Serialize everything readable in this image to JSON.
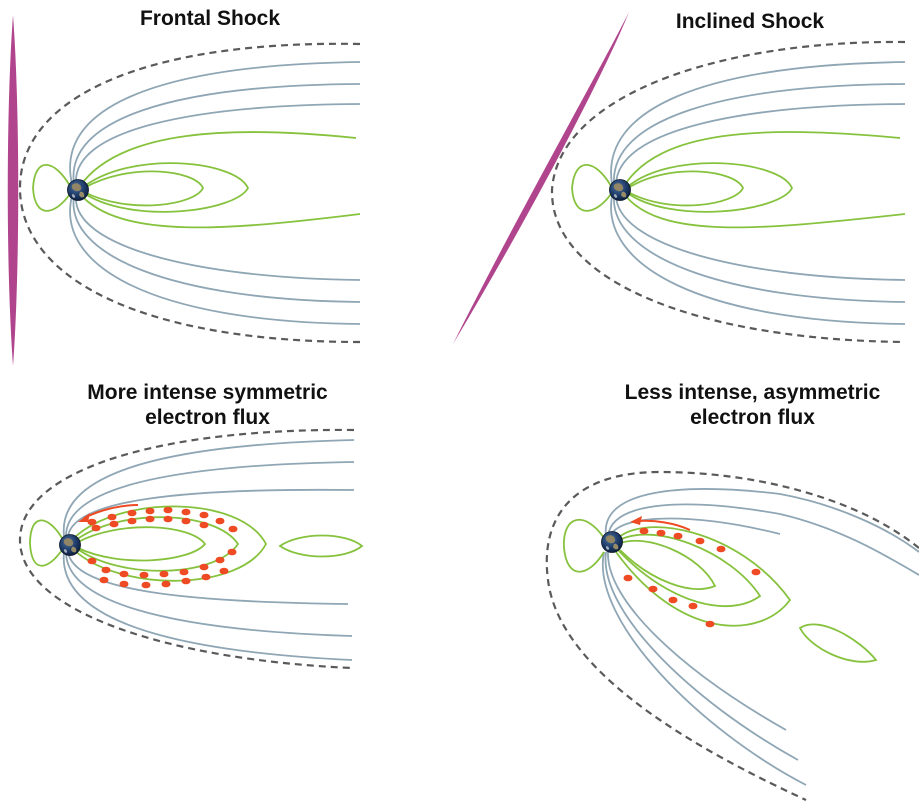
{
  "panels": {
    "frontal": {
      "title": "Frontal Shock"
    },
    "inclined": {
      "title": "Inclined Shock"
    },
    "symmetric": {
      "title_line1": "More intense symmetric",
      "title_line2": "electron flux"
    },
    "asymmetric": {
      "title_line1": "Less intense, asymmetric",
      "title_line2": "electron flux"
    }
  },
  "colors": {
    "shock_front": "#b0458e",
    "magnetopause": "#5a5a5a",
    "open_field_lines": "#8fa6b5",
    "closed_field_lines": "#86c23d",
    "electrons": "#ee4a24",
    "drift_arrow": "#ee4a24",
    "earth_ocean": "#1d3a66",
    "earth_land": "#9a8a60"
  },
  "icons": {
    "earth": "earth-icon",
    "electron": "electron-dot",
    "drift": "drift-direction-arrow"
  }
}
